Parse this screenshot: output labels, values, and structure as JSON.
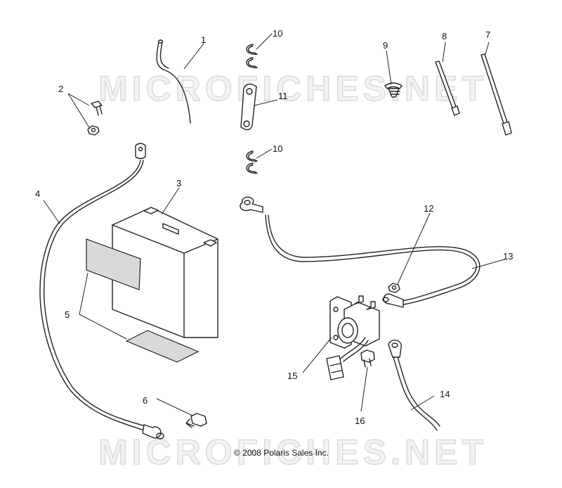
{
  "watermark": "MICROFICHES.NET",
  "copyright": "© 2008 Polaris Sales Inc.",
  "callouts": {
    "c1": "1",
    "c2": "2",
    "c3": "3",
    "c4": "4",
    "c5": "5",
    "c6": "6",
    "c7": "7",
    "c8": "8",
    "c9": "9",
    "c10a": "10",
    "c10b": "10",
    "c11": "11",
    "c12": "12",
    "c13": "13",
    "c14": "14",
    "c15": "15",
    "c16": "16"
  }
}
